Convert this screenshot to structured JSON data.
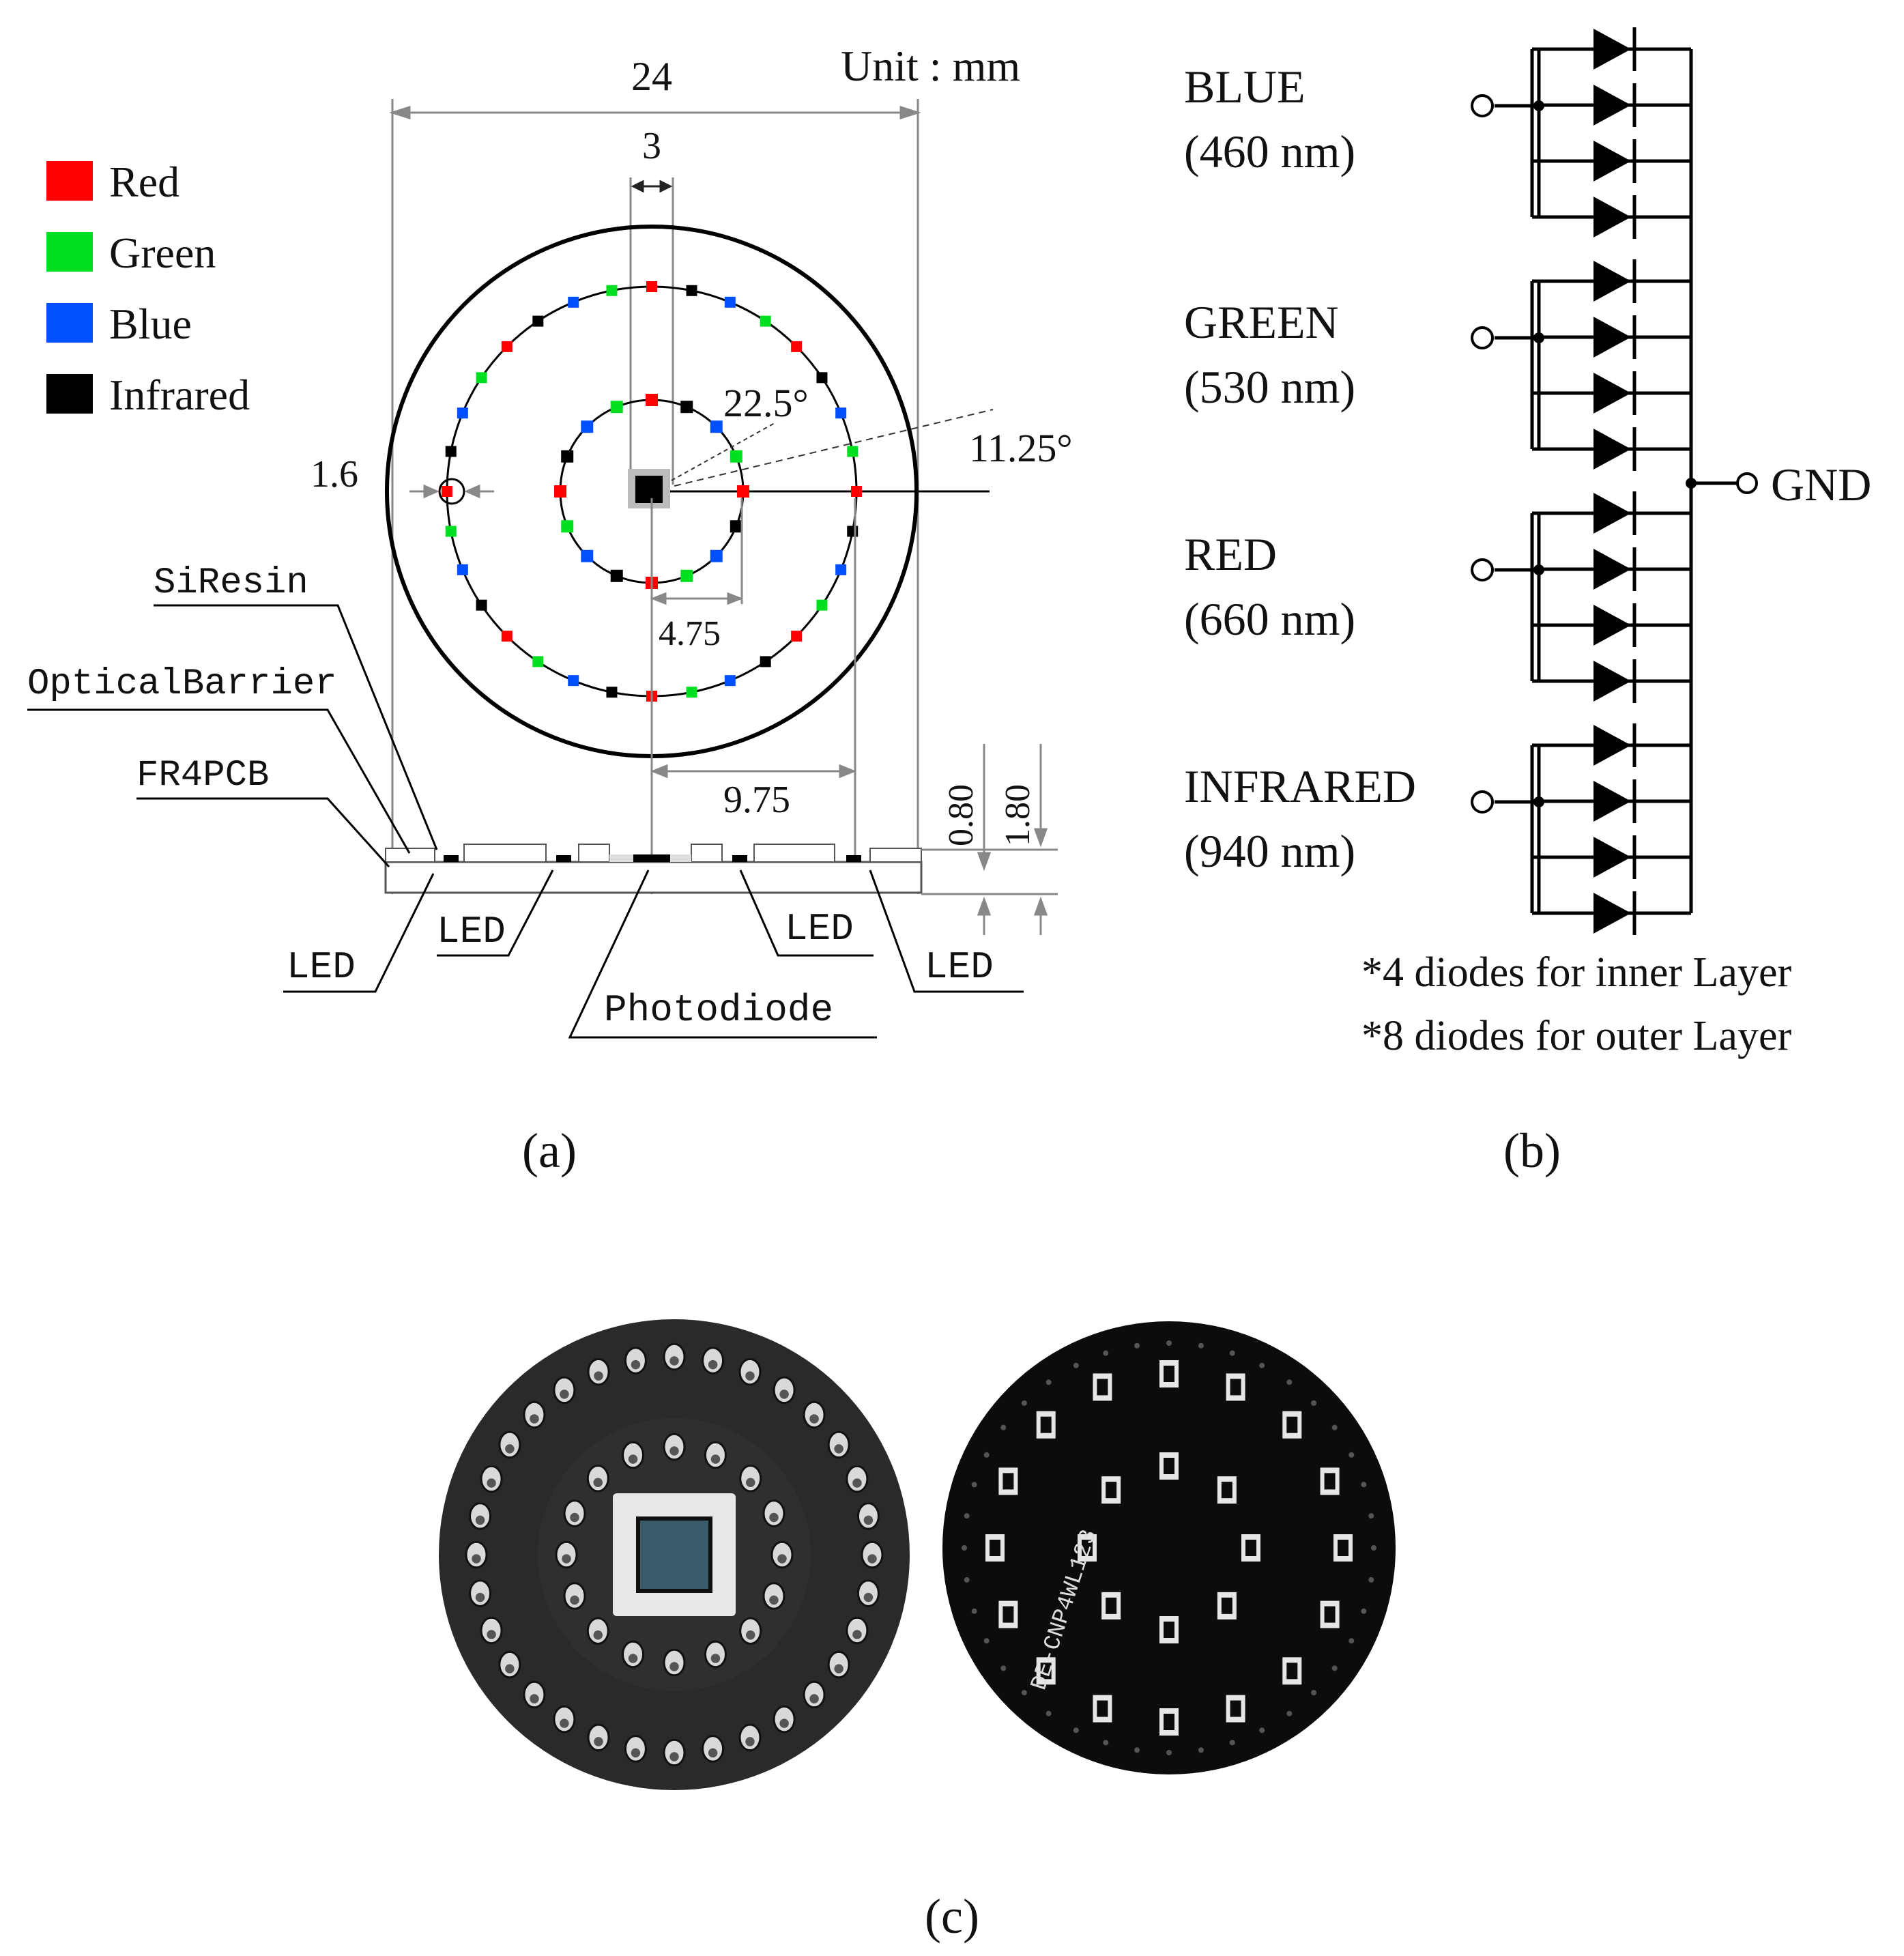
{
  "panel_a": {
    "unit_label": "Unit : mm",
    "legend": [
      {
        "label": "Red",
        "color": "#ff0000"
      },
      {
        "label": "Green",
        "color": "#00e020"
      },
      {
        "label": "Blue",
        "color": "#0050ff"
      },
      {
        "label": "Infrared",
        "color": "#000000"
      }
    ],
    "dimensions": {
      "overall_diameter": "24",
      "photodiode_width": "3",
      "led_size": "1.6",
      "inner_angle": "22.5°",
      "outer_angle": "11.25°",
      "inner_radius": "4.75",
      "outer_radius": "9.75",
      "height_1": "0.80",
      "height_2": "1.80"
    },
    "labels": {
      "si_resin": "SiResin",
      "optical_barrier": "OpticalBarrier",
      "pcb": "FR4PCB",
      "led_1": "LED",
      "led_2": "LED",
      "led_3": "LED",
      "led_4": "LED",
      "photodiode": "Photodiode"
    },
    "caption": "(a)"
  },
  "panel_b": {
    "groups": [
      {
        "name": "BLUE",
        "wavelength": "(460 nm)"
      },
      {
        "name": "GREEN",
        "wavelength": "(530 nm)"
      },
      {
        "name": "RED",
        "wavelength": "(660 nm)"
      },
      {
        "name": "INFRARED",
        "wavelength": "(940 nm)"
      }
    ],
    "ground_label": "GND",
    "notes": [
      "*4 diodes for inner Layer",
      "*8 diodes for outer Layer"
    ],
    "caption": "(b)"
  },
  "panel_c": {
    "silkscreen": "DE-CNP4WL123",
    "caption": "(c)"
  }
}
